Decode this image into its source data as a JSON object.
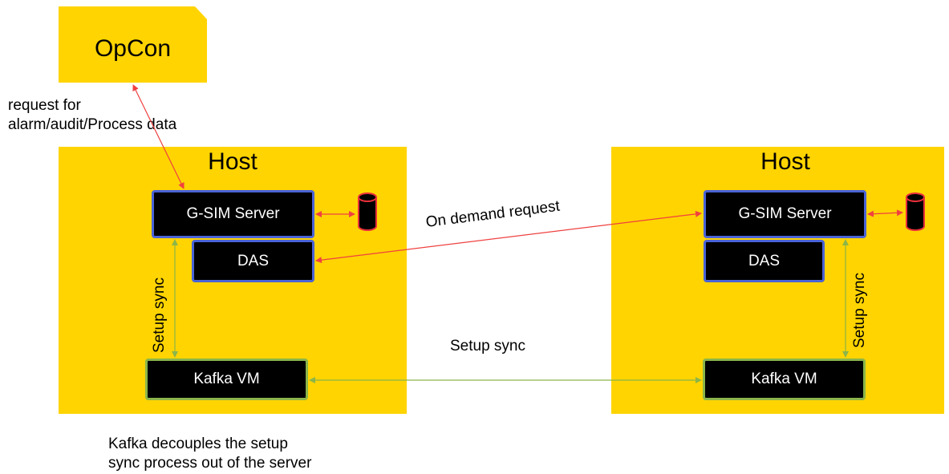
{
  "opcon": {
    "label": "OpCon"
  },
  "request_note": {
    "line1": "request for",
    "line2": "alarm/audit/Process data"
  },
  "left_host": {
    "title": "Host",
    "server": "G-SIM Server",
    "das": "DAS",
    "kafka": "Kafka VM",
    "sync_label": "Setup sync"
  },
  "right_host": {
    "title": "Host",
    "server": "G-SIM Server",
    "das": "DAS",
    "kafka": "Kafka VM",
    "sync_label": "Setup sync"
  },
  "on_demand_label": "On demand request",
  "middle_sync_label": "Setup sync",
  "footnote": {
    "line1": "Kafka decouples the setup",
    "line2": "sync process out of the server"
  },
  "colors": {
    "host_fill": "#FFD400",
    "box_fill": "#000000",
    "server_border": "#4A63D6",
    "kafka_border": "#8BB54A",
    "request_arrow": "#F04040",
    "sync_arrow": "#8BB54A",
    "database_fill": "#000000",
    "database_border": "#E8303A"
  },
  "icons": [
    "database-icon"
  ]
}
